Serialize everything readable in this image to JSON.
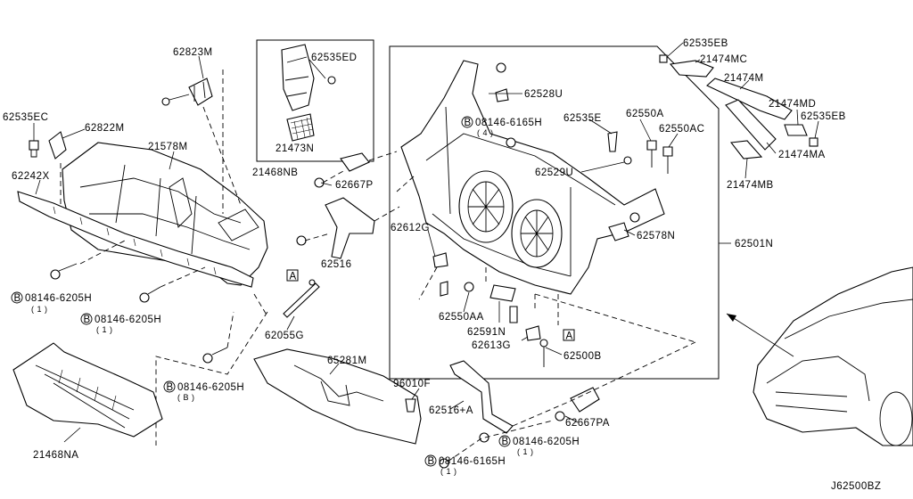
{
  "diagram_id": "J62500BZ",
  "labels": {
    "p62823M": "62823M",
    "p62535ED": "62535ED",
    "p21473N": "21473N",
    "p21468NB": "21468NB",
    "p62535EC": "62535EC",
    "p62822M": "62822M",
    "p21578M": "21578M",
    "p62242X": "62242X",
    "b1": "08146-6205H",
    "b1q": "( 1 )",
    "b2": "08146-6205H",
    "b2q": "( 1 )",
    "p62667P": "62667P",
    "p62516": "62516",
    "p62055G": "62055G",
    "p21468NA": "21468NA",
    "b3": "08146-6205H",
    "b3q": "( B )",
    "p65281M": "65281M",
    "p96010F": "96010F",
    "p62516A": "62516+A",
    "b4": "08146-6205H",
    "b4q": "( 1 )",
    "b5": "08146-6165H",
    "b5q": "( 1 )",
    "p62667PA": "62667PA",
    "p62528U": "62528U",
    "b6": "08146-6165H",
    "b6q": "( 4 )",
    "p62535E": "62535E",
    "p62550A": "62550A",
    "p62550AC": "62550AC",
    "p62529U": "62529U",
    "p62612G": "62612G",
    "p62578N": "62578N",
    "p62501N": "62501N",
    "p62550AA": "62550AA",
    "p62591N": "62591N",
    "p62613G": "62613G",
    "p62500B": "62500B",
    "p62535EB_top": "62535EB",
    "p21474MC": "21474MC",
    "p21474M": "21474M",
    "p21474MD": "21474MD",
    "p62535EB": "62535EB",
    "p21474MA": "21474MA",
    "p21474MB": "21474MB",
    "refA1": "A",
    "refA2": "A",
    "bolt_b": "B"
  }
}
